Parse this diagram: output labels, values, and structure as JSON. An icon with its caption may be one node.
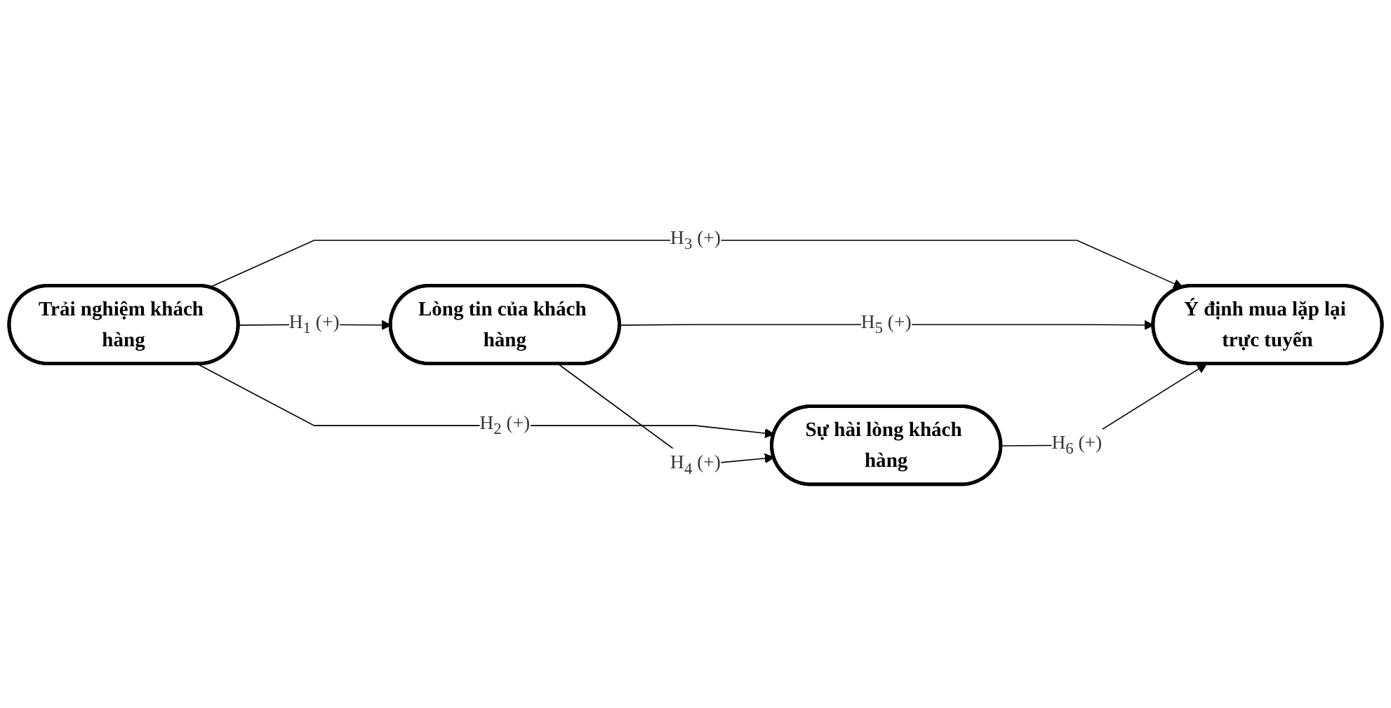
{
  "diagram": {
    "nodes": [
      {
        "text": [
          "Lòng tin của khách hàng"
        ]
      },
      {
        "text": [
          "Trải nghiệm khách hàng"
        ]
      },
      {
        "text": [
          "Ý định mua lặp lại trực tuyến"
        ]
      },
      {
        "text": [
          "Sự hài lòng khách hàng"
        ]
      }
    ],
    "edges": [
      {
        "from": 1,
        "to": 0,
        "arrow": "to",
        "label": "H$_{1}$ (+)"
      },
      {
        "from": 1,
        "to": 3,
        "arrow": "to",
        "label": "H$_{2}$ (+)"
      },
      {
        "from": 1,
        "to": 2,
        "arrow": "to",
        "label": "H$_{3}$ (+)"
      },
      {
        "from": 0,
        "to": 3,
        "arrow": "to",
        "label": "H$_{4}$ (+)"
      },
      {
        "from": 0,
        "to": 2,
        "arrow": "to",
        "label": "H$_{5}$ (+)"
      },
      {
        "from": 3,
        "to": 2,
        "arrow": "to",
        "label": "H$_{6}$ (+)"
      }
    ]
  }
}
